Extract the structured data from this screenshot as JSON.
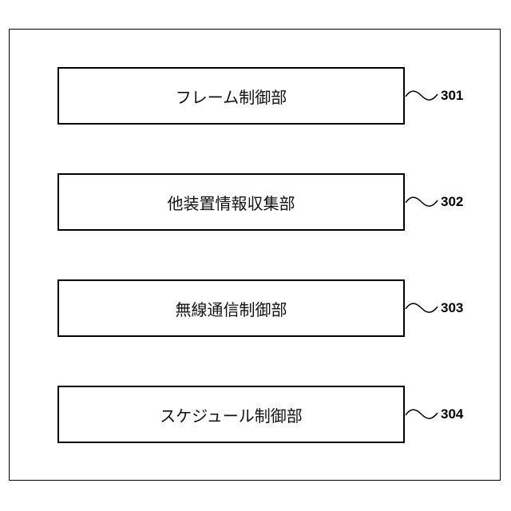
{
  "blocks": [
    {
      "label": "フレーム制御部",
      "ref": "301"
    },
    {
      "label": "他装置情報収集部",
      "ref": "302"
    },
    {
      "label": "無線通信制御部",
      "ref": "303"
    },
    {
      "label": "スケジュール制御部",
      "ref": "304"
    }
  ]
}
